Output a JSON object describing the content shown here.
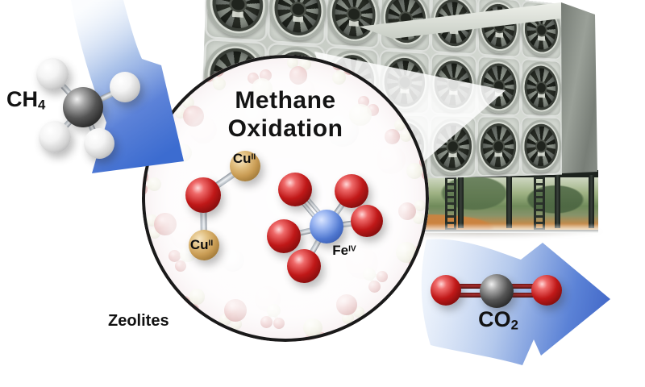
{
  "illustration": {
    "process_title": {
      "line1": "Methane",
      "line2": "Oxidation"
    },
    "caption": "Zeolites",
    "input_molecule": {
      "formula": "CH",
      "subscript": "4"
    },
    "output_molecule": {
      "formula": "CO",
      "subscript": "2"
    },
    "active_sites": {
      "cu_top": {
        "element": "Cu",
        "oxidation_state": "II"
      },
      "cu_bottom": {
        "element": "Cu",
        "oxidation_state": "II"
      },
      "fe": {
        "element": "Fe",
        "oxidation_state": "IV"
      }
    },
    "colors": {
      "arrow_blue": "#3c6cd0",
      "arrow_blue_light": "#b3c8ec",
      "oxygen_red": "#c01818",
      "copper_tan": "#c99c54",
      "iron_blue": "#5078d0",
      "carbon_dark": "#2a2a2a",
      "hydrogen_white": "#efefef",
      "zeolite_pink": "#f3e6e8",
      "building_gray": "#d6dad3"
    }
  }
}
